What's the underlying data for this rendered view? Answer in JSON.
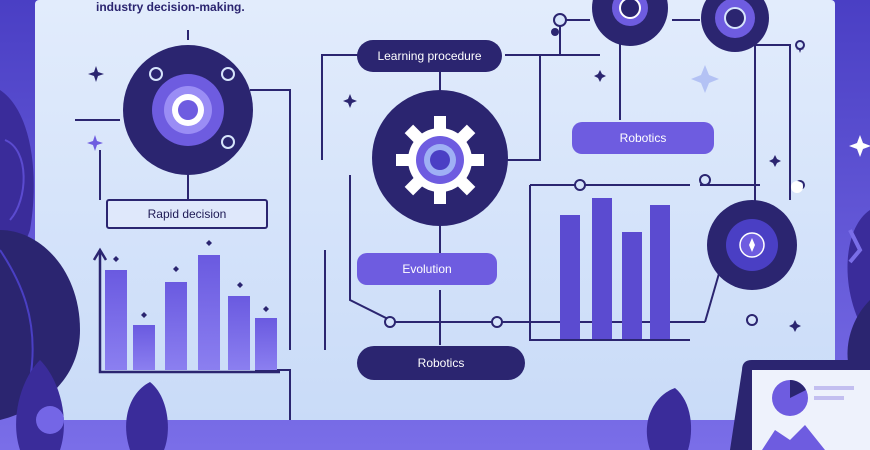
{
  "header": {
    "caption": "industry decision-making."
  },
  "labels": {
    "top_center": "Learning procedure",
    "right_mid": "Robotics",
    "left_mid": "Rapid decision",
    "center_mid": "Evolution",
    "bottom_center": "Robotics"
  },
  "colors": {
    "background": "#5b4bd0",
    "screen": "#d6e4fb",
    "navy": "#2b2570",
    "violet": "#6e5ce0",
    "leaf": "#3a2c9a"
  },
  "icons": [
    "gear-icon",
    "target-icon",
    "sparkle-icon",
    "bar-chart-icon",
    "pie-chart-icon",
    "leaf-icon"
  ]
}
